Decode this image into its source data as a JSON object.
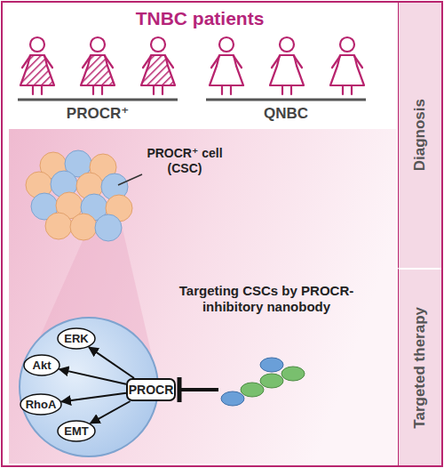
{
  "diagram": {
    "title": "TNBC patients",
    "nodes": [
      {
        "text": [
          "Diagnosis"
        ]
      },
      {
        "text": [
          "Targeted therapy"
        ]
      },
      {
        "text": [
          "ERK"
        ]
      },
      {
        "text": [
          "Akt"
        ]
      },
      {
        "text": [
          "RhoA"
        ]
      },
      {
        "text": [
          "EMT"
        ]
      },
      {
        "text": [
          "PROCR"
        ]
      }
    ],
    "edges": [
      {
        "from": 6,
        "to": 2,
        "arrow": "to"
      },
      {
        "from": 6,
        "to": 3,
        "arrow": "to"
      },
      {
        "from": 6,
        "to": 4,
        "arrow": "to"
      },
      {
        "from": 6,
        "to": 5,
        "arrow": "to"
      }
    ],
    "labels": [
      "PROCR⁺",
      "QNBC",
      "PROCR⁺ cell (CSC)",
      "Targeting CSCs by PROCR-inhibitory nanobody"
    ]
  }
}
